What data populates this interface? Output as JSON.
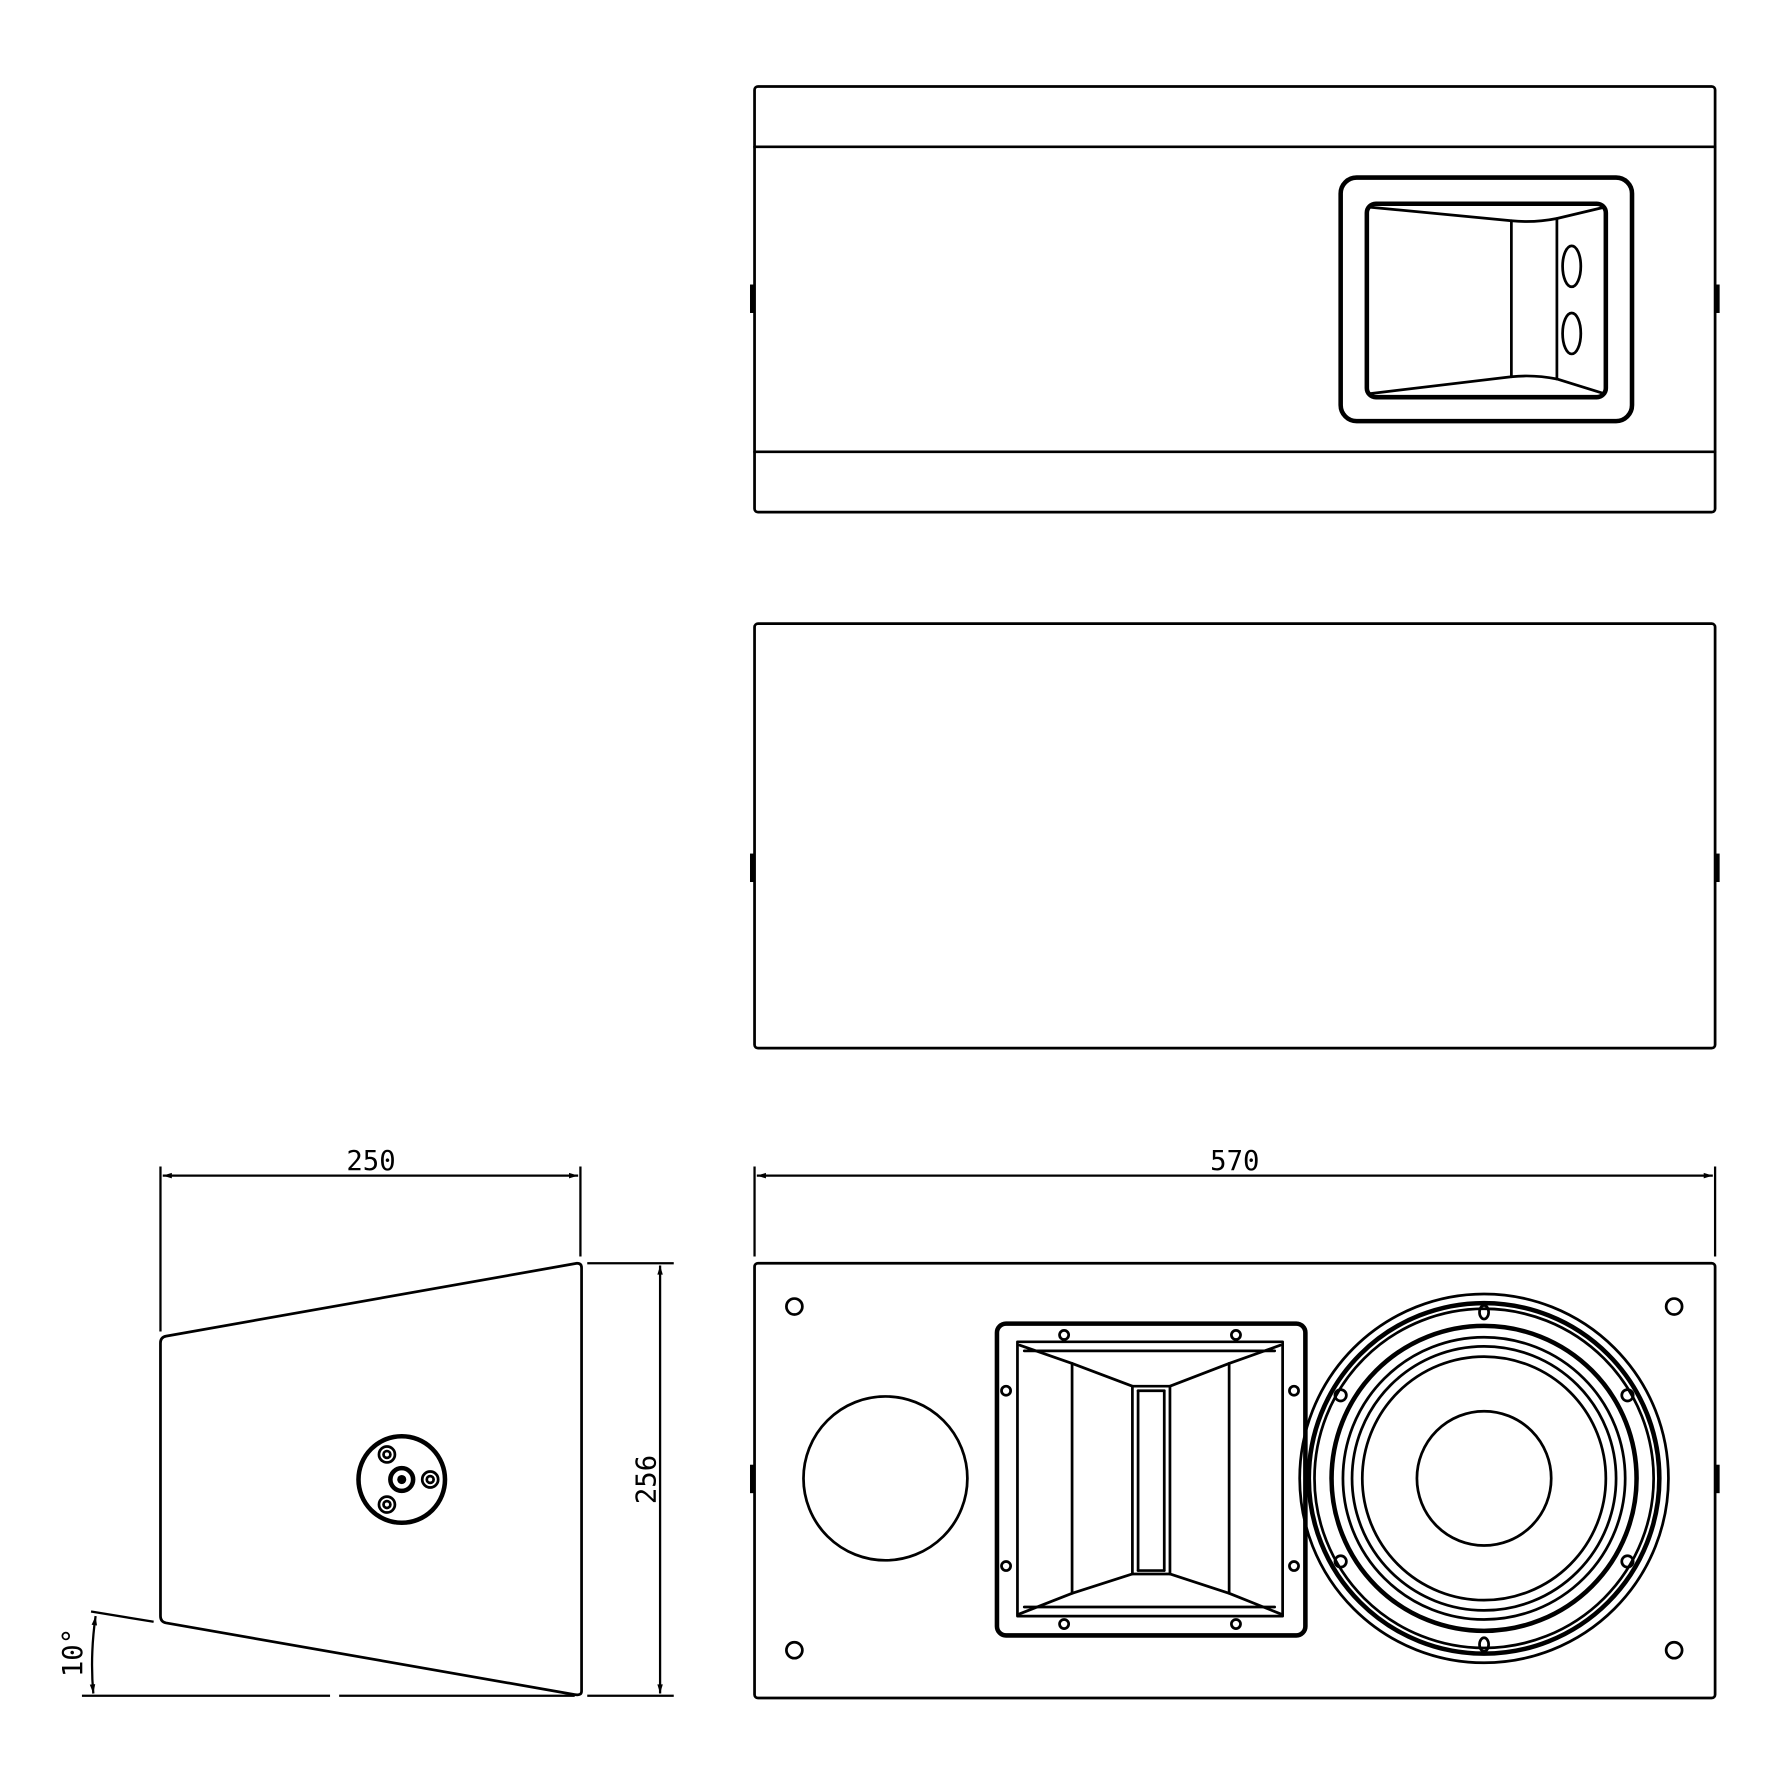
{
  "drawing": {
    "views": [
      "top-view",
      "bottom-view",
      "side-view",
      "front-view"
    ],
    "dimensions": {
      "depth": "250",
      "height": "256",
      "width": "570",
      "angle": "10°"
    },
    "line_color": "#000000",
    "background": "#ffffff"
  }
}
